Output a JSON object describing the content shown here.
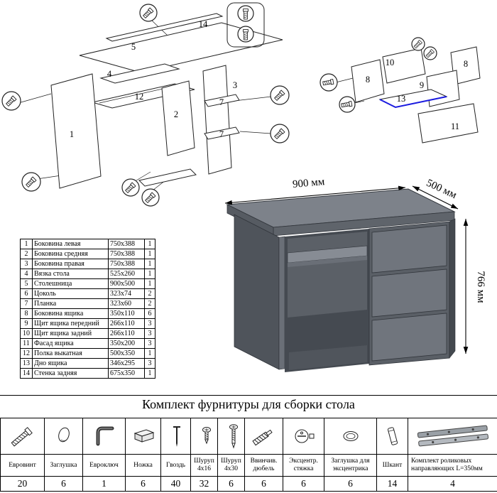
{
  "page": {
    "title": "Комплект фурнитуры для сборки стола"
  },
  "dimensions": {
    "width": "900 мм",
    "depth": "500 мм",
    "height": "766 мм"
  },
  "diagram_main": {
    "labels": [
      "14",
      "5",
      "4",
      "12",
      "2",
      "1",
      "3",
      "7",
      "7"
    ]
  },
  "diagram_drawer": {
    "labels": [
      "10",
      "8",
      "8",
      "9",
      "13",
      "11"
    ]
  },
  "parts_table": {
    "rows": [
      {
        "num": "1",
        "name": "Боковина левая",
        "size": "750x388",
        "qty": "1"
      },
      {
        "num": "2",
        "name": "Боковина средняя",
        "size": "750x388",
        "qty": "1"
      },
      {
        "num": "3",
        "name": "Боковина правая",
        "size": "750x388",
        "qty": "1"
      },
      {
        "num": "4",
        "name": "Вязка стола",
        "size": "525x260",
        "qty": "1"
      },
      {
        "num": "5",
        "name": "Столешница",
        "size": "900x500",
        "qty": "1"
      },
      {
        "num": "6",
        "name": "Цоколь",
        "size": "323x74",
        "qty": "2"
      },
      {
        "num": "7",
        "name": "Планка",
        "size": "323x60",
        "qty": "2"
      },
      {
        "num": "8",
        "name": "Боковина ящика",
        "size": "350x110",
        "qty": "6"
      },
      {
        "num": "9",
        "name": "Щит ящика передний",
        "size": "266x110",
        "qty": "3"
      },
      {
        "num": "10",
        "name": "Щит ящика задний",
        "size": "266x110",
        "qty": "3"
      },
      {
        "num": "11",
        "name": "Фасад ящика",
        "size": "350x200",
        "qty": "3"
      },
      {
        "num": "12",
        "name": "Полка выкатная",
        "size": "500x350",
        "qty": "1"
      },
      {
        "num": "13",
        "name": "Дно ящика",
        "size": "346x295",
        "qty": "3"
      },
      {
        "num": "14",
        "name": "Стенка задняя",
        "size": "675x350",
        "qty": "1"
      }
    ]
  },
  "hardware": {
    "items": [
      {
        "label": "Евровинт",
        "qty": "20",
        "icon": "euro-screw"
      },
      {
        "label": "Заглушка",
        "qty": "6",
        "icon": "cap"
      },
      {
        "label": "Евроключ",
        "qty": "1",
        "icon": "hex-key"
      },
      {
        "label": "Ножка",
        "qty": "6",
        "icon": "foot"
      },
      {
        "label": "Гвоздь",
        "qty": "40",
        "icon": "nail"
      },
      {
        "label": "Шуруп 4х16",
        "qty": "32",
        "icon": "screw-small"
      },
      {
        "label": "Шуруп 4х30",
        "qty": "6",
        "icon": "screw-long"
      },
      {
        "label": "Ввинчив. дюбель",
        "qty": "6",
        "icon": "dowel-screw"
      },
      {
        "label": "Эксцентр. стяжка",
        "qty": "6",
        "icon": "cam-lock"
      },
      {
        "label": "Заглушка для эксцентрика",
        "qty": "6",
        "icon": "cam-cap"
      },
      {
        "label": "Шкант",
        "qty": "14",
        "icon": "wood-dowel"
      },
      {
        "label": "Комплект роликовых направляющих L=350мм",
        "qty": "4",
        "icon": "drawer-slides"
      }
    ]
  }
}
